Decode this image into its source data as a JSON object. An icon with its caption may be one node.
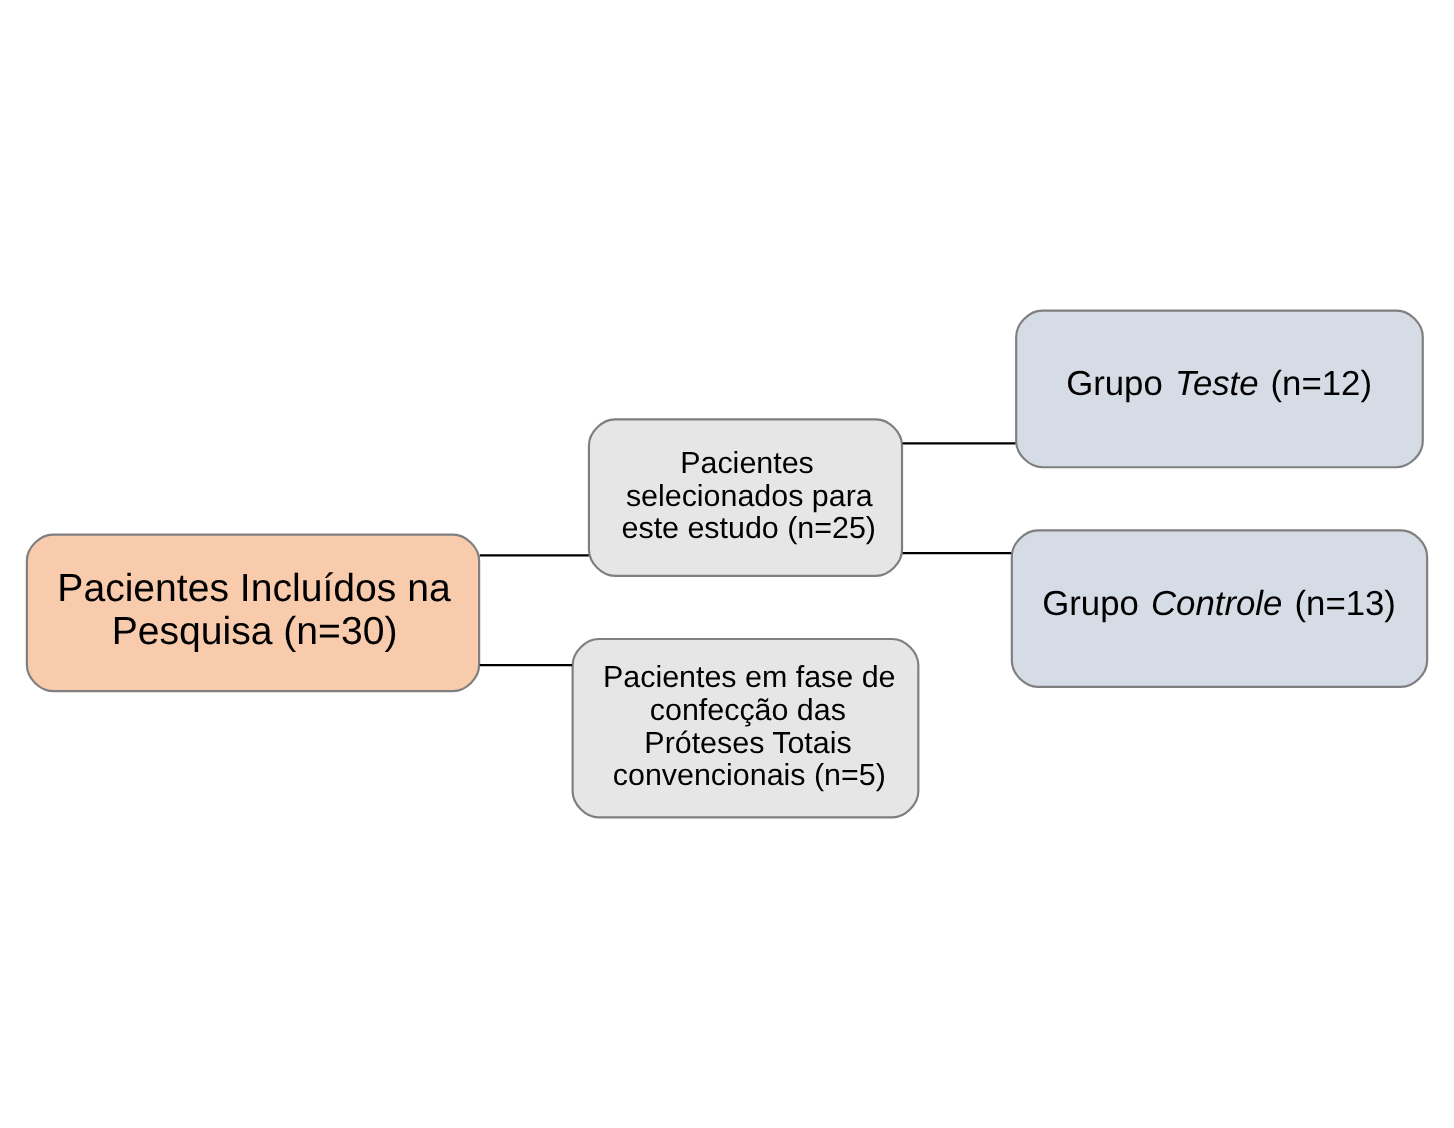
{
  "diagram": {
    "nodes": [
      {
        "text": [
          "Pacientes Incluídos na Pesquisa (n=30)"
        ]
      },
      {
        "text": [
          "Pacientes selecionados para este estudo (n=25)"
        ]
      },
      {
        "text": [
          "Pacientes em fase de confecção das Próteses Totais convencionais (n=5)"
        ]
      },
      {
        "text": [
          "Grupo *Teste* (n=12)"
        ]
      },
      {
        "text": [
          "Grupo *Controle* (n=13)"
        ]
      }
    ],
    "edges": [
      {
        "from": 0,
        "to": 1,
        "arrow": "none"
      },
      {
        "from": 0,
        "to": 2,
        "arrow": "none"
      },
      {
        "from": 1,
        "to": 3,
        "arrow": "none"
      },
      {
        "from": 1,
        "to": 4,
        "arrow": "none"
      }
    ]
  }
}
